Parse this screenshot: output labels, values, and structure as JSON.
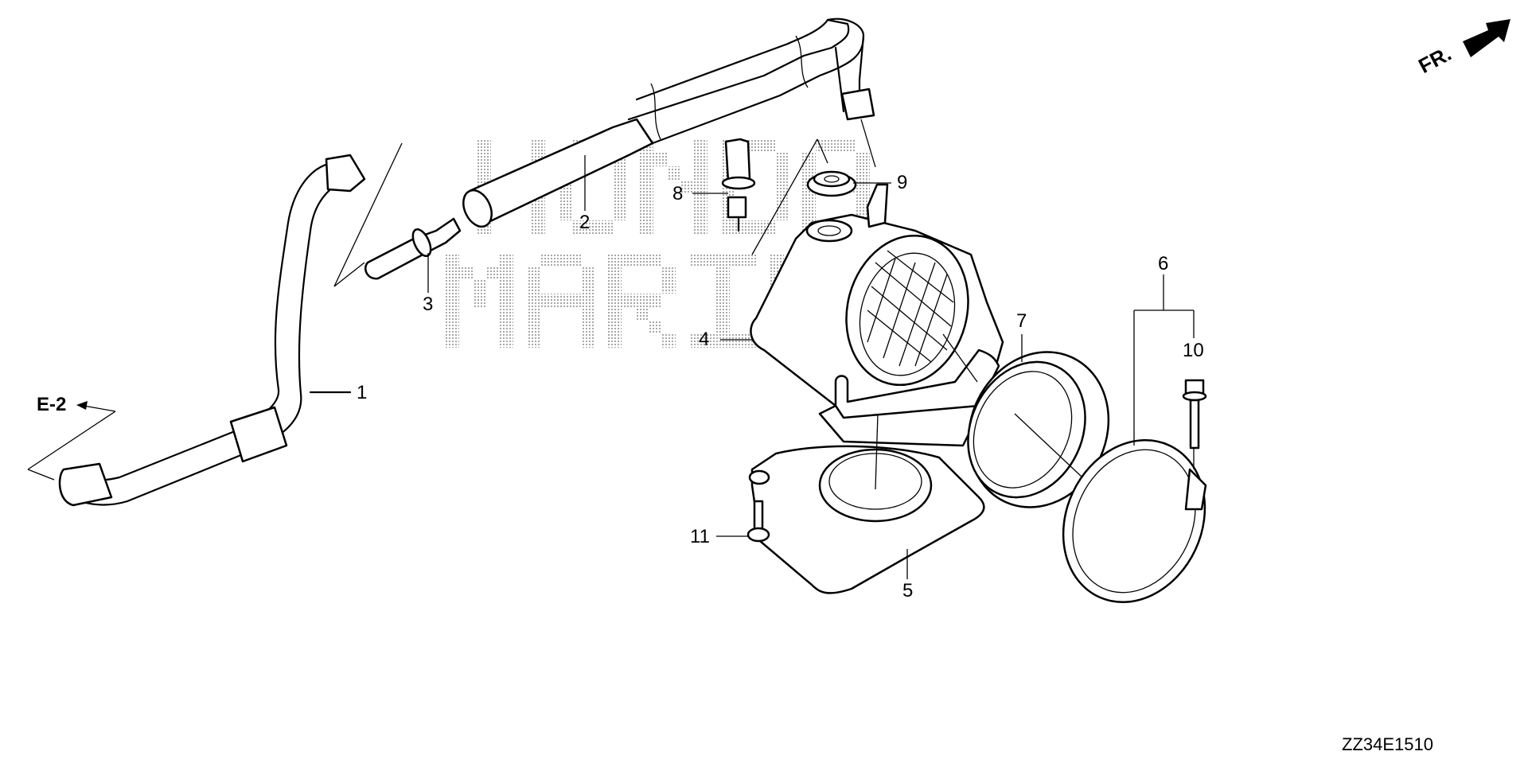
{
  "diagram": {
    "code": "ZZ34E1510",
    "direction_label": "FR.",
    "reference_label": "E-2",
    "watermark": [
      "HONDA",
      "MARINE"
    ],
    "callouts": [
      "1",
      "2",
      "3",
      "4",
      "5",
      "6",
      "7",
      "8",
      "9",
      "10",
      "11"
    ],
    "colors": {
      "line": "#000000",
      "background": "#ffffff",
      "watermark": "#b0b0b0"
    }
  }
}
